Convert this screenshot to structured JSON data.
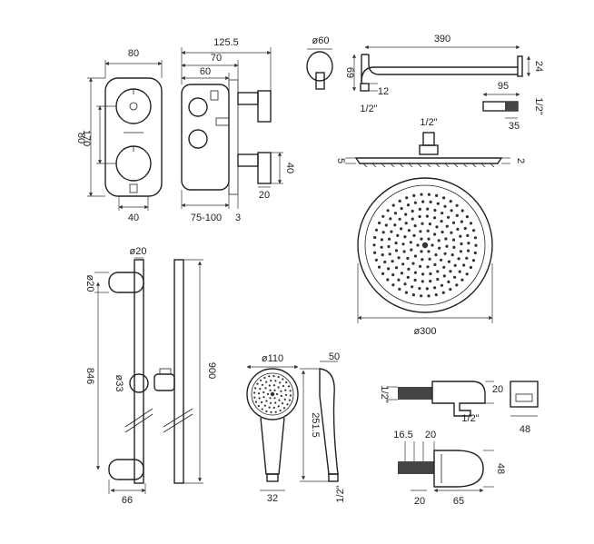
{
  "dimensions": {
    "valve": {
      "front_width": "80",
      "depth_total": "125.5",
      "depth_70": "70",
      "depth_60": "60",
      "height": "170",
      "spacing": "80",
      "bottom_width": "40",
      "depth_range": "75-100",
      "plate": "3",
      "outlet_height": "40",
      "outlet_width": "20"
    },
    "arm": {
      "flange_diameter": "ø60",
      "length": "390",
      "drop": "69",
      "height": "24",
      "thread": "12",
      "inlet": "1/2\"",
      "width": "95",
      "thread_side": "1/2\"",
      "depth": "35"
    },
    "head": {
      "inlet": "1/2\"",
      "thickness_left": "5",
      "thickness_right": "2",
      "diameter": "ø300"
    },
    "rail": {
      "pole_diameter": "ø20",
      "bracket_diameter": "ø20",
      "length": "846",
      "slider": "ø33",
      "base": "66",
      "height": "900"
    },
    "handset": {
      "diameter": "ø110",
      "depth": "50",
      "length": "251.5",
      "connector": "32",
      "thread": "1/2\""
    },
    "elbow": {
      "thread_left": "1/2\"",
      "height": "20",
      "thread_bottom": "1/2\"",
      "width": "48"
    },
    "holder": {
      "offset": "16.5",
      "top": "20",
      "height": "48",
      "bottom": "20",
      "length": "65"
    }
  }
}
